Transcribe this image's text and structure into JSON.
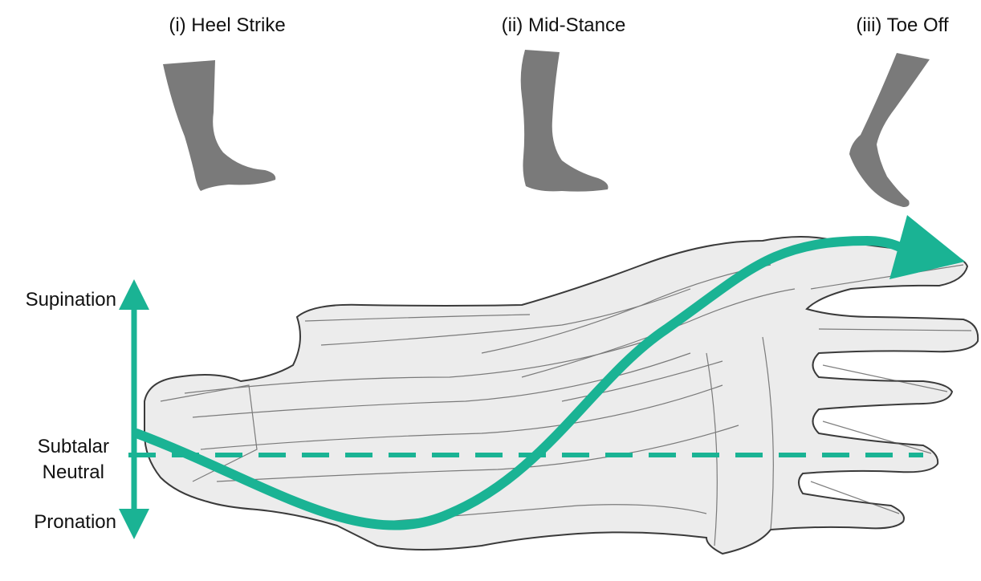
{
  "phases": {
    "heel_strike": "(i) Heel Strike",
    "mid_stance": "(ii) Mid-Stance",
    "toe_off": "(iii) Toe Off"
  },
  "axis": {
    "supination": "Supination",
    "neutral_line1": "Subtalar",
    "neutral_line2": "Neutral",
    "pronation": "Pronation"
  },
  "colors": {
    "accent": "#1ab394",
    "leg": "#7a7a7a",
    "sketch_light": "#e8e8e8",
    "sketch_dark": "#3a3a3a"
  }
}
